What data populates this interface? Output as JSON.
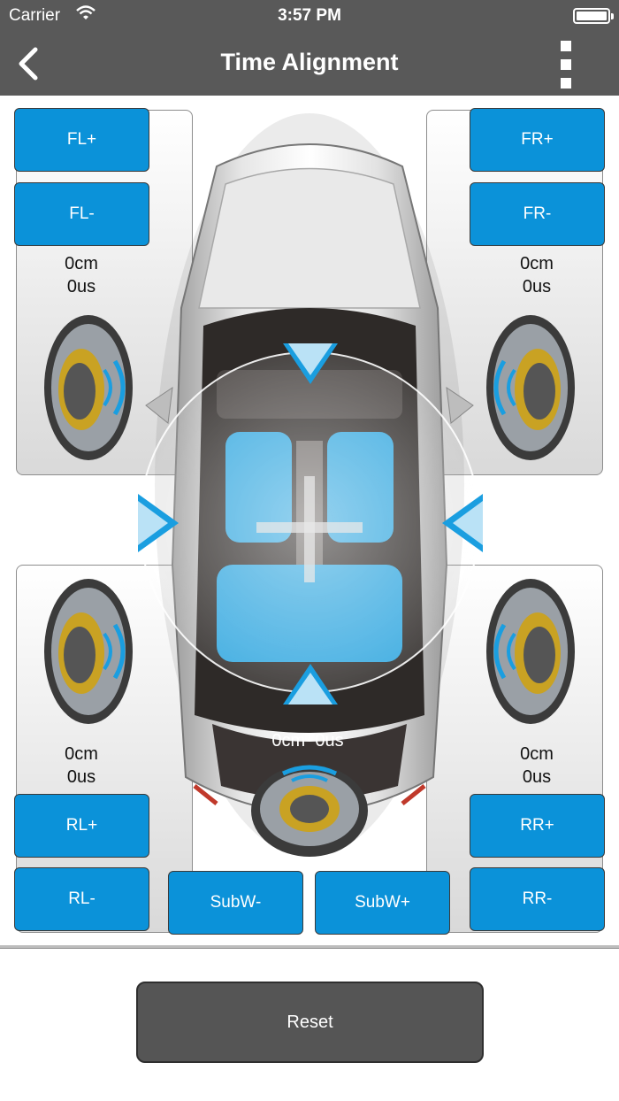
{
  "status": {
    "carrier": "Carrier",
    "time": "3:57 PM"
  },
  "nav": {
    "title": "Time Alignment",
    "back_icon": "chevron-left-icon",
    "menu_icon": "more-vertical-icon"
  },
  "buttons": {
    "fl_plus": "FL+",
    "fl_minus": "FL-",
    "fr_plus": "FR+",
    "fr_minus": "FR-",
    "rl_plus": "RL+",
    "rl_minus": "RL-",
    "rr_plus": "RR+",
    "rr_minus": "RR-",
    "subw_minus": "SubW-",
    "subw_plus": "SubW+",
    "reset": "Reset"
  },
  "readouts": {
    "fl": {
      "cm": "0cm",
      "us": "0us"
    },
    "fr": {
      "cm": "0cm",
      "us": "0us"
    },
    "rl": {
      "cm": "0cm",
      "us": "0us"
    },
    "rr": {
      "cm": "0cm",
      "us": "0us"
    },
    "sub": "0cm  0us"
  },
  "colors": {
    "accent": "#0b92d9",
    "header": "#595959",
    "reset": "#555555"
  }
}
